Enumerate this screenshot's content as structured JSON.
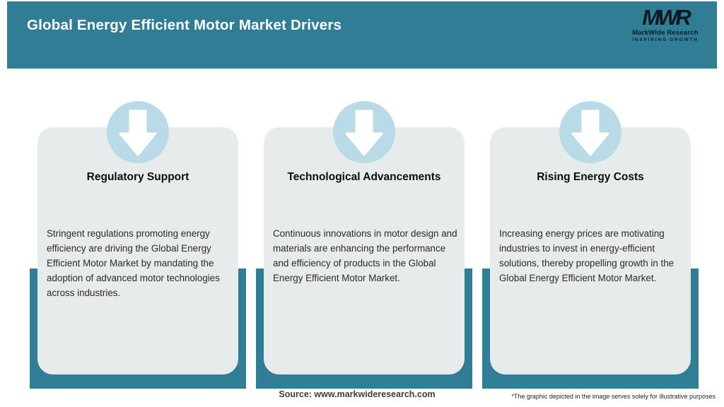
{
  "header": {
    "title": "Global Energy Efficient Motor Market Drivers",
    "logo": {
      "monogram": "MWR",
      "name": "MarkWide Research",
      "tagline": "INSPIRING GROWTH"
    }
  },
  "cards": [
    {
      "icon": "down-arrow-icon",
      "title": "Regulatory Support",
      "description": "Stringent regulations promoting energy efficiency are driving the Global Energy Efficient Motor Market by mandating the adoption of advanced motor technologies across industries."
    },
    {
      "icon": "down-arrow-icon",
      "title": "Technological Advancements",
      "description": "Continuous innovations in motor design and materials are enhancing the performance and efficiency of products in the Global Energy Efficient Motor Market."
    },
    {
      "icon": "down-arrow-icon",
      "title": "Rising Energy Costs",
      "description": "Increasing energy prices are motivating industries to invest in energy-efficient solutions, thereby propelling growth in the Global Energy Efficient Motor Market."
    }
  ],
  "footer": {
    "source": "Source: www.markwideresearch.com",
    "disclaimer": "*The graphic depicted in the image serves solely for illustrative purposes"
  },
  "colors": {
    "teal": "#2f7e96",
    "card_background": "#e8ebec",
    "circle_blue": "#b9dbe8",
    "title_text": "#ffffff"
  }
}
